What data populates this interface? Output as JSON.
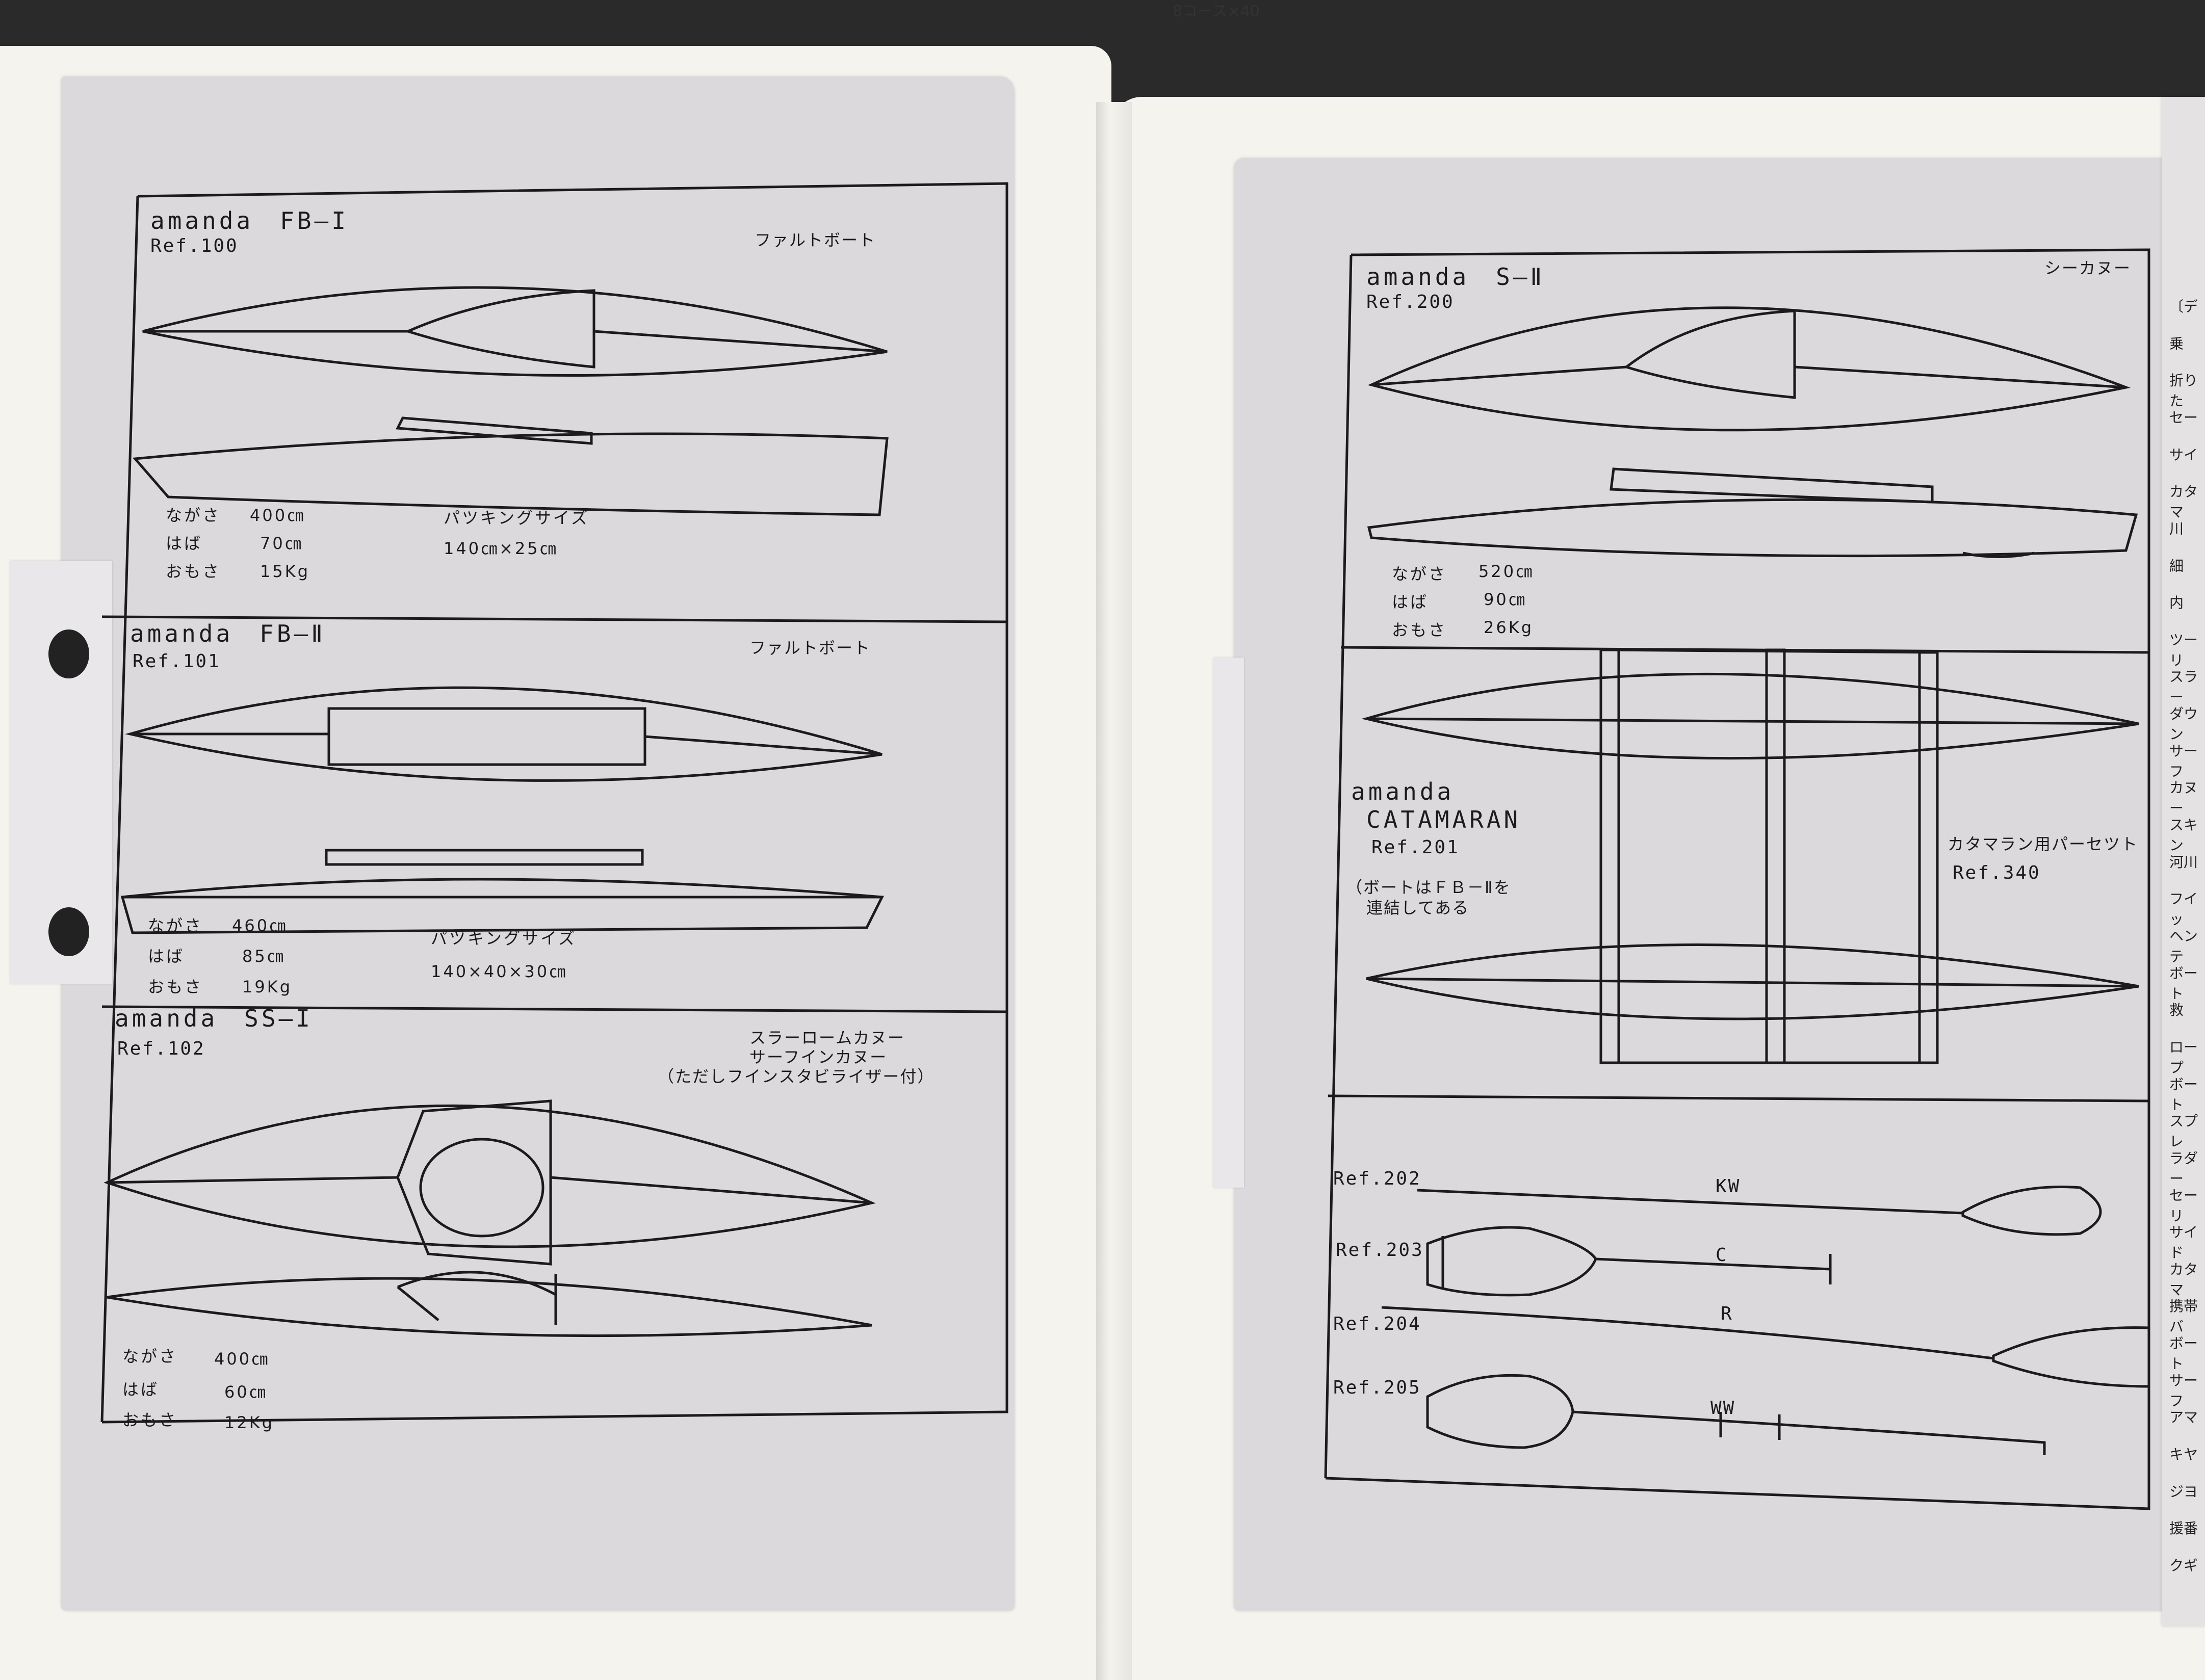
{
  "top_fragment": "8コース×40",
  "left_page": {
    "fb1": {
      "title": "amanda　FB—I",
      "ref": "Ref.100",
      "type": "ファルトボート",
      "length_label": "ながさ",
      "length_value": "400㎝",
      "width_label": "はば",
      "width_value": "70㎝",
      "weight_label": "おもさ",
      "weight_value": "15Kg",
      "packing_label": "パツキングサイズ",
      "packing_value": "140㎝×25㎝"
    },
    "fb2": {
      "title": "amanda　FB—Ⅱ",
      "ref": "Ref.101",
      "type": "ファルトボート",
      "length_label": "ながさ",
      "length_value": "460㎝",
      "width_label": "はば",
      "width_value": "85㎝",
      "weight_label": "おもさ",
      "weight_value": "19Kg",
      "packing_label": "パツキングサイズ",
      "packing_value": "140×40×30㎝"
    },
    "ss1": {
      "title": "amanda　SS—I",
      "ref": "Ref.102",
      "type_line1": "スラーロームカヌー",
      "type_line2": "サーフインカヌー",
      "type_line3": "（ただしフインスタビライザー付）",
      "length_label": "ながさ",
      "length_value": "400㎝",
      "width_label": "はば",
      "width_value": "60㎝",
      "weight_label": "おもさ",
      "weight_value": "12Kg"
    }
  },
  "right_page": {
    "s2": {
      "title": "amanda　S—Ⅱ",
      "ref": "Ref.200",
      "type": "シーカヌー",
      "length_label": "ながさ",
      "length_value": "520㎝",
      "width_label": "はば",
      "width_value": "90㎝",
      "weight_label": "おもさ",
      "weight_value": "26Kg"
    },
    "catamaran": {
      "brand": "amanda",
      "name": "CATAMARAN",
      "ref": "Ref.201",
      "note_line1": "（ボートはＦＢ－Ⅱを",
      "note_line2": "連結してある",
      "parts_label": "カタマラン用パーセツト",
      "parts_ref": "Ref.340"
    },
    "paddles": [
      {
        "ref": "Ref.202",
        "code": "KW"
      },
      {
        "ref": "Ref.203",
        "code": "C"
      },
      {
        "ref": "Ref.204",
        "code": "R"
      },
      {
        "ref": "Ref.205",
        "code": "WW"
      }
    ]
  },
  "side_fragments": [
    "〔デ",
    "乗",
    "折りた",
    "セー",
    "サイ",
    "カタマ",
    "川",
    "細",
    "内",
    "ツーリ",
    "スラー",
    "ダウン",
    "サーフ",
    "カヌー",
    "スキン",
    "河川",
    "フイッ",
    "ヘンテ",
    "ボート",
    "救",
    "ロープ",
    "ボート",
    "スプレ",
    "ラダー",
    "セーリ",
    "サイド",
    "カタマ",
    "携帯バ",
    "ボート",
    "サーフ",
    "アマ",
    "キヤ",
    "ジヨ",
    "援番",
    "クギ"
  ]
}
